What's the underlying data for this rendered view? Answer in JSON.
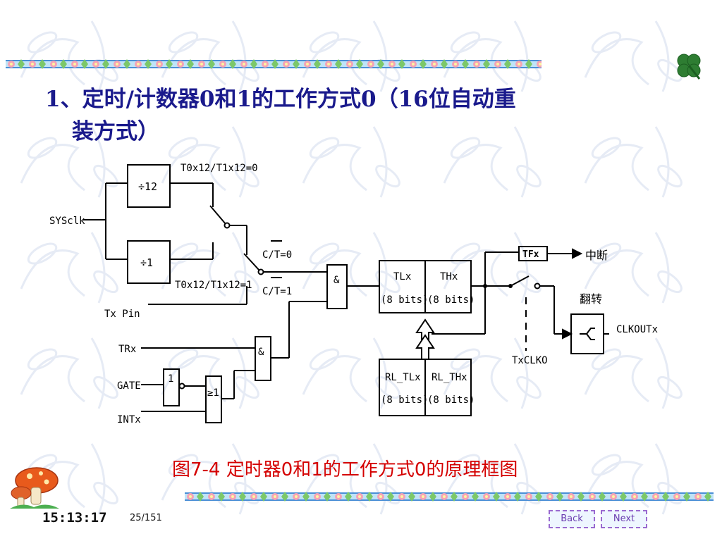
{
  "slide": {
    "title_line1": "1、定时/计数器0和1的工作方式0（16位自动重",
    "title_line2": "装方式）",
    "caption": "图7-4  定时器0和1的工作方式0的原理框图",
    "clock": "15:13:17",
    "page_number": "25/151",
    "nav": {
      "back_label": "Back",
      "next_label": "Next"
    },
    "colors": {
      "title": "#1a1a8c",
      "caption": "#d40000",
      "diagram_line": "#000000",
      "border_blue": "#4a8fd6"
    }
  },
  "diagram": {
    "div12": "÷12",
    "div1": "÷1",
    "t0x12_eq0": "T0x12/T1x12=0",
    "t0x12_eq1": "T0x12/T1x12=1",
    "sysclk": "SYSclk",
    "ct0": "C/T=0",
    "ct1": "C/T=1",
    "tx_pin": "Tx Pin",
    "trx": "TRx",
    "gate": "GATE",
    "intx": "INTx",
    "not_gate": "1",
    "or_gate": "≥1",
    "and_gate": "&",
    "tlx": "TLx",
    "thx": "THx",
    "bits8": "(8 bits)",
    "rl_tlx": "RL_TLx",
    "rl_thx": "RL_THx",
    "tfx": "TFx",
    "interrupt": "中断",
    "toggle": "翻转",
    "clkoutx": "CLKOUTx",
    "txclko": "TxCLKO"
  }
}
